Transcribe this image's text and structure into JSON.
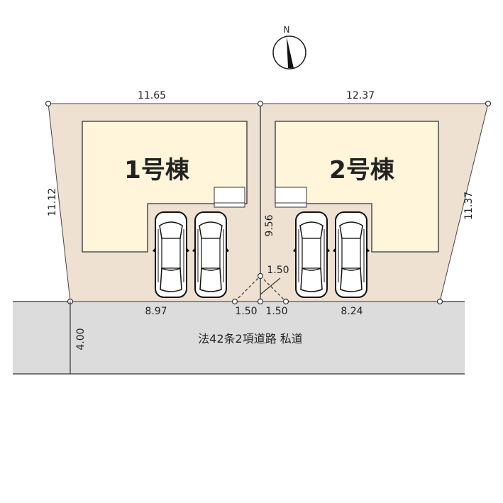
{
  "compass": {
    "label": "N"
  },
  "buildings": [
    {
      "label": "1号棟"
    },
    {
      "label": "2号棟"
    }
  ],
  "dimensions": {
    "lot1_top": "11.65",
    "lot2_top": "12.37",
    "lot1_left": "11.12",
    "lot2_right": "11.37",
    "divider": "9.56",
    "lot1_front": "8.97",
    "lot2_front": "8.24",
    "corner_cut_diag": "1.50",
    "corner_cut_left": "1.50",
    "corner_cut_right": "1.50",
    "road_width": "4.00"
  },
  "road": {
    "label": "法42条2項道路  私道"
  },
  "colors": {
    "lot": "#eee1d2",
    "building": "#fff5da",
    "road": "#dcdcdc"
  }
}
